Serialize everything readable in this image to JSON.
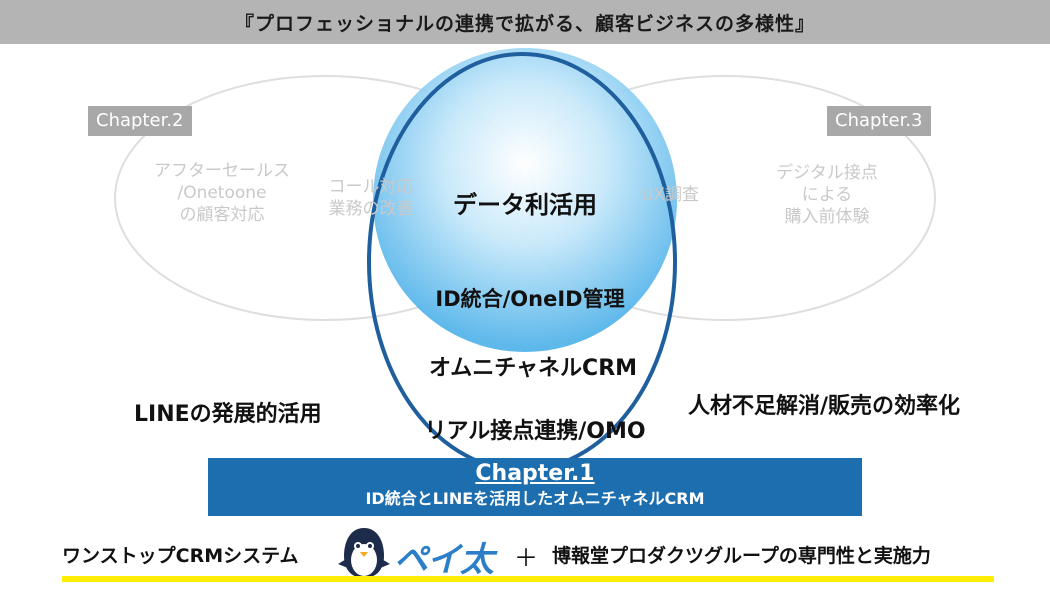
{
  "header": {
    "title": "『プロフェッショナルの連携で拡がる、顧客ビジネスの多様性』"
  },
  "chapter2": {
    "tag": "Chapter.2",
    "item1": [
      "アフターセールス",
      "/Onetoone",
      "の顧客対応"
    ],
    "item2": [
      "コール対応",
      "業務の改善"
    ]
  },
  "chapter3": {
    "tag": "Chapter.3",
    "item1": "UX調査",
    "item2": [
      "デジタル接点",
      "による",
      "購入前体験"
    ]
  },
  "center": {
    "data_use": "データ利活用",
    "id_integration": "ID統合/OneID管理",
    "omni_crm": "オムニチャネルCRM",
    "real_omo": "リアル接点連携/OMO"
  },
  "sides": {
    "left": "LINEの発展的活用",
    "right": "人材不足解消/販売の効率化"
  },
  "chapter1": {
    "title": "Chapter.1",
    "subtitle": "ID統合とLINEを活用したオムニチャネルCRM"
  },
  "footer": {
    "left_text": "ワンストップCRMシステム",
    "logo_text": "ペイ太",
    "plus": "＋",
    "right_text": "博報堂プロダクツグループの専門性と実施力"
  },
  "colors": {
    "banner": "#b4b4b4",
    "tag": "#a8a8a8",
    "chapter1_box": "#1d6eae",
    "outline_blue": "#1f5f9e",
    "highlight": "#ffee00",
    "logo": "#2a7fc8"
  }
}
